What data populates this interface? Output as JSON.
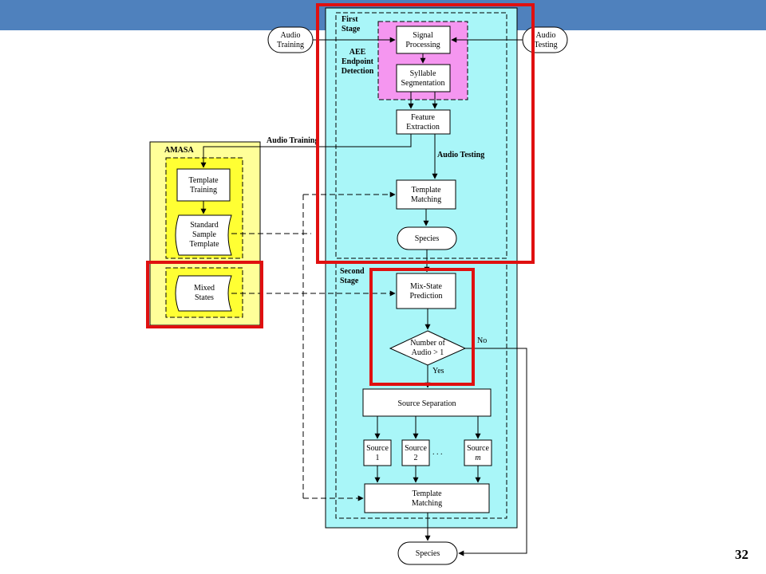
{
  "slide": {
    "page_number": "32",
    "accent_color": "#4f81bd"
  },
  "colors": {
    "cyan_panel": "#a9f6f8",
    "amasa_panel": "#ffff99",
    "amasa_inner": "#ffff33",
    "aee_panel": "#f596f0",
    "highlight": "#e01010"
  },
  "diagram": {
    "inputs": {
      "audio_training": [
        "Audio",
        "Training"
      ],
      "audio_testing": [
        "Audio",
        "Testing"
      ]
    },
    "first_stage": {
      "title": [
        "First",
        "Stage"
      ],
      "aee": [
        "AEE",
        "Endpoint",
        "Detection"
      ],
      "signal_processing": [
        "Signal",
        "Processing"
      ],
      "syllable_segmentation": [
        "Syllable",
        "Segmentation"
      ],
      "feature_extraction": [
        "Feature",
        "Extraction"
      ],
      "audio_training_label": "Audio Training",
      "audio_testing_label": "Audio Testing",
      "template_matching": [
        "Template",
        "Matching"
      ],
      "species": "Species"
    },
    "amasa": {
      "title": "AMASA",
      "template_training": [
        "Template",
        "Training"
      ],
      "standard_sample_template": [
        "Standard",
        "Sample",
        "Template"
      ],
      "mixed_states": [
        "Mixed",
        "States"
      ]
    },
    "second_stage": {
      "title": [
        "Second",
        "Stage"
      ],
      "mix_state_prediction": [
        "Mix-State",
        "Prediction"
      ],
      "decision": [
        "Number of",
        "Audio > 1"
      ],
      "no": "No",
      "yes": "Yes",
      "source_separation": "Source Separation",
      "source_1": [
        "Source",
        "1"
      ],
      "source_2": [
        "Source",
        "2"
      ],
      "dots": ". . .",
      "source_m": [
        "Source",
        "m"
      ],
      "template_matching": [
        "Template",
        "Matching"
      ],
      "species": "Species"
    }
  }
}
